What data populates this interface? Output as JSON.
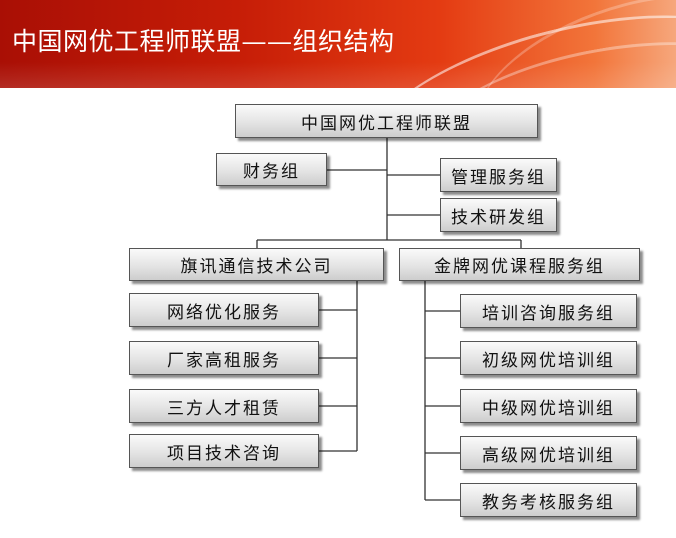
{
  "header": {
    "title": "中国网优工程师联盟——组织结构"
  },
  "org_chart": {
    "root": "中国网优工程师联盟",
    "side_left": "财务组",
    "side_right": [
      "管理服务组",
      "技术研发组"
    ],
    "left_branch": {
      "label": "旗讯通信技术公司",
      "children": [
        "网络优化服务",
        "厂家高租服务",
        "三方人才租赁",
        "项目技术咨询"
      ]
    },
    "right_branch": {
      "label": "金牌网优课程服务组",
      "children": [
        "培训咨询服务组",
        "初级网优培训组",
        "中级网优培训组",
        "高级网优培训组",
        "教务考核服务组"
      ]
    }
  }
}
